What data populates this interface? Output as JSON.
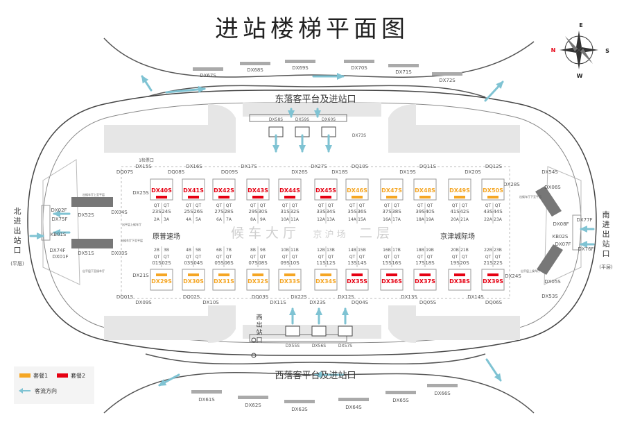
{
  "title": "进站楼梯平面图",
  "compass": {
    "n": "N",
    "e": "E",
    "s": "S",
    "w": "W"
  },
  "platforms": {
    "east": "东落客平台及进站口",
    "west": "西落客平台及进站口",
    "north": [
      "北",
      "进",
      "出",
      "站",
      "口"
    ],
    "north_note": "(平层)",
    "south": [
      "南",
      "进",
      "出",
      "站",
      "口"
    ],
    "south_note": "(平层)",
    "west_exit": [
      "西",
      "出",
      "站",
      "口"
    ],
    "side_exit": "1检票口"
  },
  "hall": {
    "main": "候 车 大 厅",
    "line": "京 沪 场",
    "floor": "二 层"
  },
  "zones": {
    "left": "原普速场",
    "right": "京津城际场"
  },
  "colors": {
    "package1": "#f5a623",
    "package2": "#e60012",
    "flow": "#7fc3d3",
    "gate": "#aaaaaa"
  },
  "legend": {
    "package1": "套餐1",
    "package2": "套餐2",
    "flow": "客流方向"
  },
  "top_ads": [
    "DX67S",
    "DX68S",
    "DX69S",
    "DX70S",
    "DX71S",
    "DX72S"
  ],
  "bottom_ads": [
    "DX61S",
    "DX62S",
    "DX63S",
    "DX64S",
    "DX65S",
    "DX66S"
  ],
  "east_ads": [
    "DX58S",
    "DX59S",
    "DX60S",
    "DX73S"
  ],
  "west_ads": [
    "DX55S",
    "DX56S",
    "DX57S"
  ],
  "upper_row_labels": [
    "DQ07S",
    "DX15S",
    "DQ08S",
    "DX16S",
    "DQ09S",
    "DX17S",
    "DX26S",
    "DX27S",
    "DX18S",
    "DQ10S",
    "DX19S",
    "DQ11S",
    "DX20S",
    "DQ12S"
  ],
  "lower_row_labels": [
    "DQ01S",
    "DX09S",
    "DQ02S",
    "DX10S",
    "DQ03S",
    "DX11S",
    "DX22S",
    "DX23S",
    "DX12S",
    "DQ04S",
    "DX13S",
    "DQ05S",
    "DX14S",
    "DQ06S"
  ],
  "side_labels": {
    "left": [
      "DX25S",
      "DX21S"
    ],
    "right": [
      "DX28S",
      "DX24S"
    ]
  },
  "upper_stairs": [
    {
      "name": "DX40S",
      "pkg": 2,
      "qt": [
        "23S",
        "24S"
      ],
      "nums": [
        "2A",
        "3A"
      ]
    },
    {
      "name": "DX41S",
      "pkg": 2,
      "qt": [
        "25S",
        "26S"
      ],
      "nums": [
        "4A",
        "5A"
      ]
    },
    {
      "name": "DX42S",
      "pkg": 2,
      "qt": [
        "27S",
        "28S"
      ],
      "nums": [
        "6A",
        "7A"
      ]
    },
    {
      "name": "DX43S",
      "pkg": 2,
      "qt": [
        "29S",
        "30S"
      ],
      "nums": [
        "8A",
        "9A"
      ]
    },
    {
      "name": "DX44S",
      "pkg": 2,
      "qt": [
        "31S",
        "32S"
      ],
      "nums": [
        "10A",
        "11A"
      ]
    },
    {
      "name": "DX45S",
      "pkg": 2,
      "qt": [
        "33S",
        "34S"
      ],
      "nums": [
        "12A",
        "13A"
      ]
    },
    {
      "name": "DX46S",
      "pkg": 1,
      "qt": [
        "35S",
        "36S"
      ],
      "nums": [
        "14A",
        "15A"
      ]
    },
    {
      "name": "DX47S",
      "pkg": 1,
      "qt": [
        "37S",
        "38S"
      ],
      "nums": [
        "16A",
        "17A"
      ]
    },
    {
      "name": "DX48S",
      "pkg": 1,
      "qt": [
        "39S",
        "40S"
      ],
      "nums": [
        "18A",
        "19A"
      ]
    },
    {
      "name": "DX49S",
      "pkg": 1,
      "qt": [
        "41S",
        "42S"
      ],
      "nums": [
        "20A",
        "21A"
      ]
    },
    {
      "name": "DX50S",
      "pkg": 1,
      "qt": [
        "43S",
        "44S"
      ],
      "nums": [
        "22A",
        "23A"
      ]
    }
  ],
  "lower_stairs": [
    {
      "name": "DX29S",
      "pkg": 1,
      "qt": [
        "01S",
        "02S"
      ],
      "nums": [
        "2B",
        "3B"
      ]
    },
    {
      "name": "DX30S",
      "pkg": 1,
      "qt": [
        "03S",
        "04S"
      ],
      "nums": [
        "4B",
        "5B"
      ]
    },
    {
      "name": "DX31S",
      "pkg": 1,
      "qt": [
        "05S",
        "06S"
      ],
      "nums": [
        "6B",
        "7B"
      ]
    },
    {
      "name": "DX32S",
      "pkg": 1,
      "qt": [
        "07S",
        "08S"
      ],
      "nums": [
        "8B",
        "9B"
      ]
    },
    {
      "name": "DX33S",
      "pkg": 1,
      "qt": [
        "09S",
        "10S"
      ],
      "nums": [
        "10B",
        "11B"
      ]
    },
    {
      "name": "DX34S",
      "pkg": 1,
      "qt": [
        "11S",
        "12S"
      ],
      "nums": [
        "12B",
        "13B"
      ]
    },
    {
      "name": "DX35S",
      "pkg": 2,
      "qt": [
        "13S",
        "14S"
      ],
      "nums": [
        "14B",
        "15B"
      ]
    },
    {
      "name": "DX36S",
      "pkg": 2,
      "qt": [
        "15S",
        "16S"
      ],
      "nums": [
        "16B",
        "17B"
      ]
    },
    {
      "name": "DX37S",
      "pkg": 2,
      "qt": [
        "17S",
        "18S"
      ],
      "nums": [
        "18B",
        "19B"
      ]
    },
    {
      "name": "DX38S",
      "pkg": 2,
      "qt": [
        "19S",
        "20S"
      ],
      "nums": [
        "20B",
        "21B"
      ]
    },
    {
      "name": "DX39S",
      "pkg": 2,
      "qt": [
        "21S",
        "22S"
      ],
      "nums": [
        "22B",
        "23B"
      ]
    }
  ],
  "north_area": {
    "labels": [
      "DX02F",
      "DX75F",
      "KB01S",
      "DX74F",
      "DX01F",
      "DX04S",
      "DX03S",
      "DX52S",
      "DX51S"
    ],
    "notes": [
      "出候车厅上至平层",
      "出平层上候车厅",
      "出候车厅下至平层",
      "出平层下至候车厅"
    ]
  },
  "south_area": {
    "labels": [
      "DX54S",
      "DX06S",
      "DX77F",
      "DX08F",
      "KB02S",
      "DX07F",
      "DX76F",
      "DX05S",
      "DX53S"
    ],
    "notes": [
      "出候车厅下至平层",
      "出平层上候车厅"
    ]
  }
}
